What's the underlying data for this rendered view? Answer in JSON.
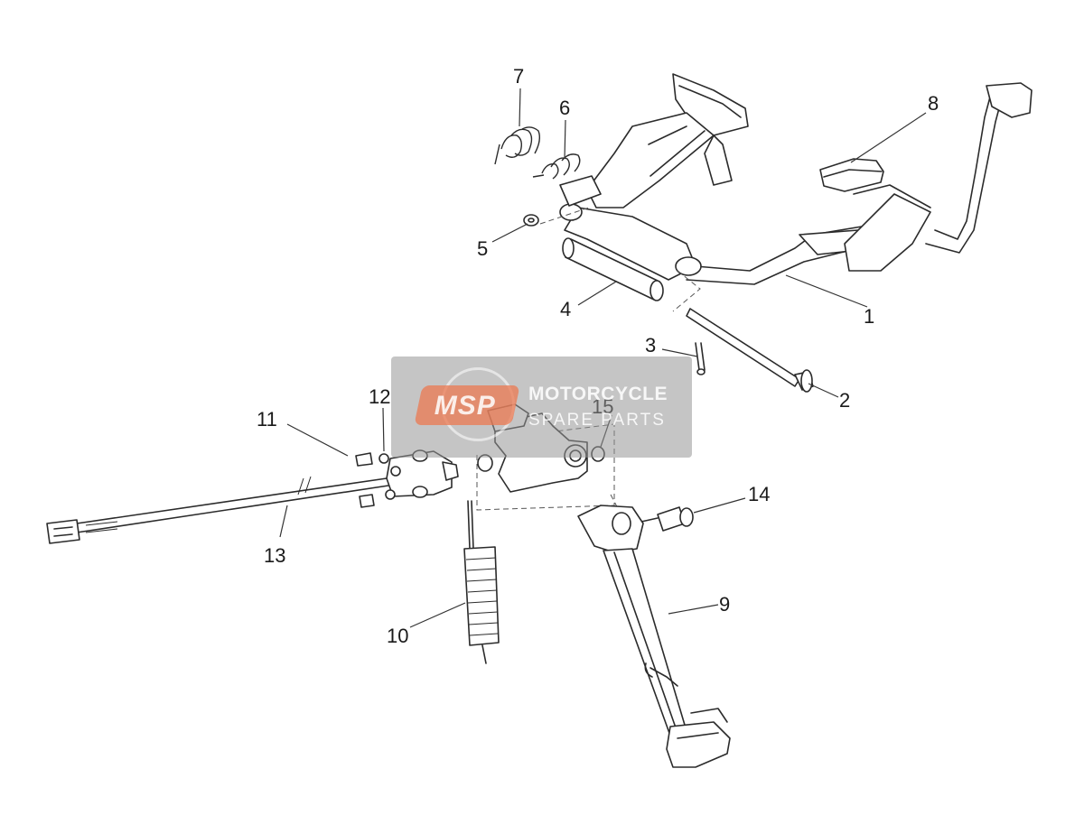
{
  "callouts": [
    {
      "id": "c1",
      "label": "1"
    },
    {
      "id": "c2",
      "label": "2"
    },
    {
      "id": "c3",
      "label": "3"
    },
    {
      "id": "c4",
      "label": "4"
    },
    {
      "id": "c5",
      "label": "5"
    },
    {
      "id": "c6",
      "label": "6"
    },
    {
      "id": "c7",
      "label": "7"
    },
    {
      "id": "c8",
      "label": "8"
    },
    {
      "id": "c9",
      "label": "9"
    },
    {
      "id": "c10",
      "label": "10"
    },
    {
      "id": "c11",
      "label": "11"
    },
    {
      "id": "c12",
      "label": "12"
    },
    {
      "id": "c13",
      "label": "13"
    },
    {
      "id": "c14",
      "label": "14"
    },
    {
      "id": "c15",
      "label": "15"
    }
  ],
  "watermark": {
    "logo_text": "MSP",
    "line1": "MOTORCYCLE",
    "line2": "SPARE PARTS"
  }
}
